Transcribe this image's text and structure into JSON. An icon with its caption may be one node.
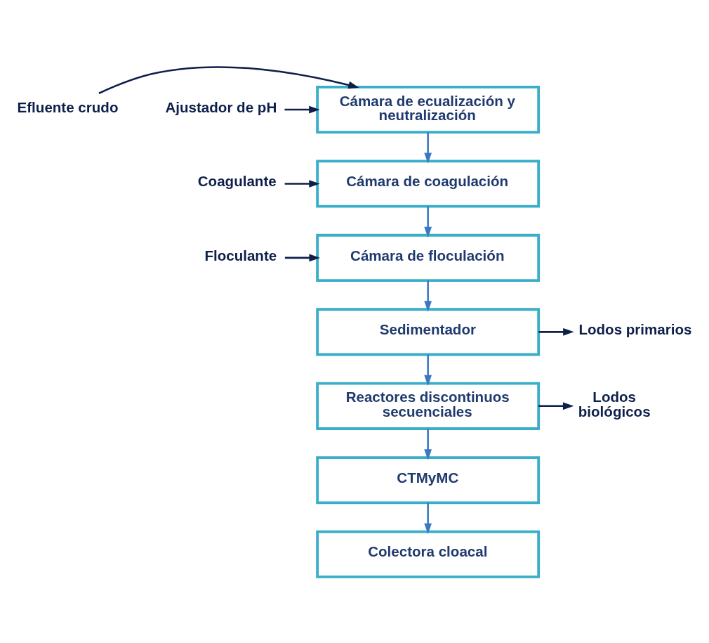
{
  "diagram": {
    "nodes": [
      {
        "text": [
          "Efluente crudo"
        ]
      },
      {
        "text": [
          "Ajustador de pH"
        ]
      },
      {
        "text": [
          "Cámara de ecualización y neutralización"
        ]
      },
      {
        "text": [
          "Coagulante"
        ]
      },
      {
        "text": [
          "Cámara de coagulación"
        ]
      },
      {
        "text": [
          "Floculante"
        ]
      },
      {
        "text": [
          "Cámara de floculación"
        ]
      },
      {
        "text": [
          "Sedimentador"
        ]
      },
      {
        "text": [
          "Lodos primarios"
        ]
      },
      {
        "text": [
          "Reactores discontinuos secuenciales"
        ]
      },
      {
        "text": [
          "Lodos biológicos"
        ]
      },
      {
        "text": [
          "CTMyMC"
        ]
      },
      {
        "text": [
          "Colectora cloacal"
        ]
      }
    ],
    "edges": [
      {
        "from": 0,
        "to": 2,
        "arrow": "to",
        "color": "#0d1f4a"
      },
      {
        "from": 1,
        "to": 2,
        "arrow": "to",
        "color": "#0d1f4a"
      },
      {
        "from": 2,
        "to": 4,
        "arrow": "to",
        "color": "#3a78c2"
      },
      {
        "from": 3,
        "to": 4,
        "arrow": "to",
        "color": "#0d1f4a"
      },
      {
        "from": 4,
        "to": 6,
        "arrow": "to",
        "color": "#3a78c2"
      },
      {
        "from": 5,
        "to": 6,
        "arrow": "to",
        "color": "#0d1f4a"
      },
      {
        "from": 6,
        "to": 7,
        "arrow": "to",
        "color": "#3a78c2"
      },
      {
        "from": 7,
        "to": 8,
        "arrow": "to",
        "color": "#0d1f4a"
      },
      {
        "from": 7,
        "to": 9,
        "arrow": "to",
        "color": "#3a78c2"
      },
      {
        "from": 9,
        "to": 10,
        "arrow": "to",
        "color": "#0d1f4a"
      },
      {
        "from": 9,
        "to": 11,
        "arrow": "to",
        "color": "#3a78c2"
      },
      {
        "from": 11,
        "to": 12,
        "arrow": "to",
        "color": "#3a78c2"
      }
    ]
  }
}
